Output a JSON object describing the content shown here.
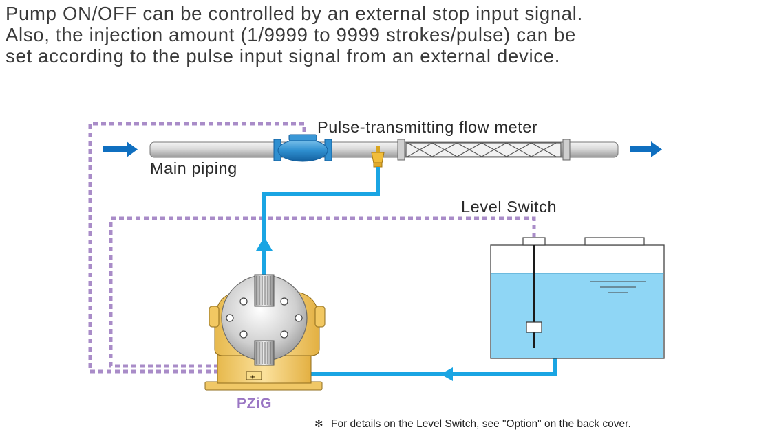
{
  "intro": {
    "line1": "Pump ON/OFF can be controlled by an external stop input signal.",
    "line2": "Also, the injection amount (1/9999 to 9999 strokes/pulse) can be",
    "line3": "set according to the pulse input signal from an external device."
  },
  "labels": {
    "flow_meter": "Pulse-transmitting flow meter",
    "main_piping": "Main piping",
    "level_switch": "Level Switch",
    "pump_model": "PZiG"
  },
  "footnote": {
    "mark": "✻",
    "text": "For details on the Level Switch, see \"Option\" on the back cover."
  },
  "colors": {
    "signal_line": "#a98cc8",
    "fluid_line": "#1aa5e3",
    "flow_arrow": "#0f6fc0",
    "pump_body": "#f5d27a",
    "tank_water": "#8fd6f5",
    "model_label": "#9a76c4"
  }
}
